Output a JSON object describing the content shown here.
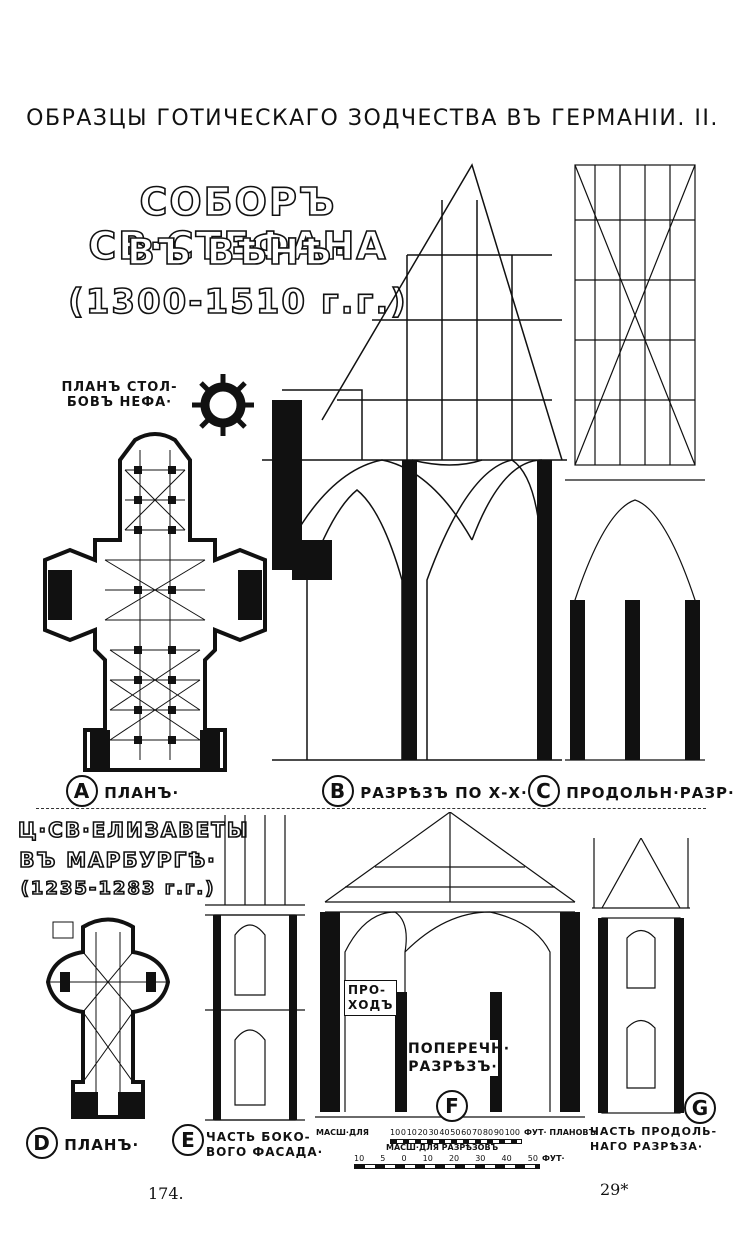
{
  "header": {
    "title": "ОБРАЗЦЫ ГОТИЧЕСКАГО ЗОДЧЕСТВА ВЪ ГЕРМАНІИ. II."
  },
  "stephan": {
    "line1": "СОБОРЪ СВ·СТЕФАНА",
    "line2": "ВЪ ВѢНѢ·",
    "line3": "(1300-1510 г.г.)"
  },
  "pillar_plan": {
    "label1": "ПЛАНЪ СТОЛ-",
    "label2": "БОВЪ НЕФА·"
  },
  "labels": {
    "a_letter": "A",
    "a_text": "ПЛАНЪ·",
    "b_letter": "B",
    "b_text": "РАЗРѢЗЪ ПО Х-Х·",
    "c_letter": "C",
    "c_text": "ПРОДОЛЬН·РАЗР·",
    "d_letter": "D",
    "d_text": "ПЛАНЪ·",
    "e_letter": "E",
    "e_text1": "ЧАСТЬ БОКО-",
    "e_text2": "ВОГО ФАСАДА·",
    "f_letter": "F",
    "f_text1": "ПОПЕРЕЧН·",
    "f_text2": "РАЗРѢЗЪ·",
    "g_letter": "G",
    "g_text1": "ЧАСТЬ ПРОДОЛЬ-",
    "g_text2": "НАГО РАЗРѢЗА·"
  },
  "elisabeth": {
    "line1": "Ц·СВ·ЕЛИЗАВЕТЫ",
    "line2": "ВЪ МАРБУРГѢ·",
    "line3": "(1235-1283 г.г.)"
  },
  "passage": {
    "line1": "ПРО-",
    "line2": "ХОДЪ"
  },
  "scale": {
    "label_plans_left": "МАСШ·ДЛЯ",
    "label_plans_right": "ФУТ· ПЛАНОВЪ",
    "plan_ticks": [
      "10",
      "0",
      "10",
      "20",
      "30",
      "40",
      "50",
      "60",
      "70",
      "80",
      "90",
      "100"
    ],
    "label_sections": "МАСШ·ДЛЯ РАЗРѢЗОВЪ",
    "section_ticks": [
      "10",
      "5",
      "0",
      "10",
      "20",
      "30",
      "40",
      "50"
    ],
    "unit": "ФУТ·"
  },
  "footer": {
    "page_left": "174.",
    "page_right": "29*"
  }
}
